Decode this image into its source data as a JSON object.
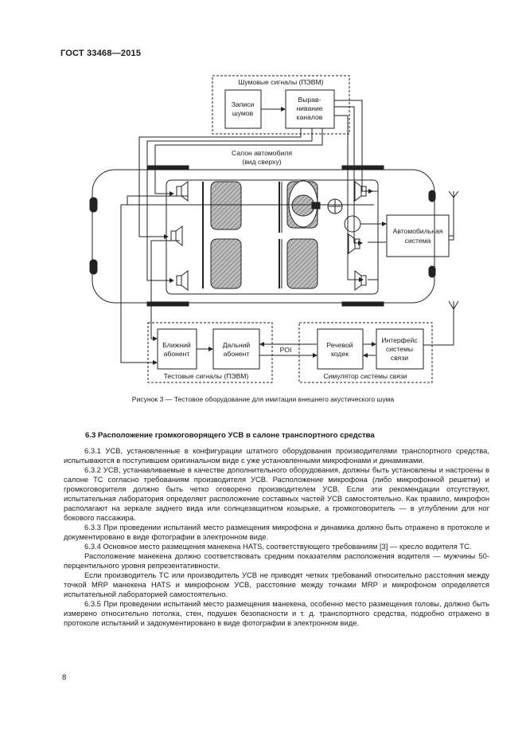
{
  "header": {
    "doc_id": "ГОСТ 33468—2015"
  },
  "diagram": {
    "noise_group": "Шумовые сигналы (ПЭВМ)",
    "noise_rec_1": "Записи",
    "noise_rec_2": "шумов",
    "equalizer_1": "Вырав-",
    "equalizer_2": "нивание",
    "equalizer_3": "каналов",
    "cabin_1": "Салон автомобиля",
    "cabin_2": "(вид сверху)",
    "auto_system_1": "Автомобильная",
    "auto_system_2": "система",
    "near_1": "Ближний",
    "near_2": "абонент",
    "far_1": "Дальний",
    "far_2": "абонент",
    "poi": "POI",
    "codec_1": "Речевой",
    "codec_2": "кодек",
    "interface_1": "Интерфейс",
    "interface_2": "системы",
    "interface_3": "связи",
    "test_group": "Тестовые сигналы (ПЭВМ)",
    "sim_group": "Симулятор системы связи"
  },
  "caption": "Рисунок 3 — Тестовое оборудование для имитации внешнего акустического шума",
  "section_title": "6.3 Расположение громкоговорящего УСВ в салоне транспортного средства",
  "paragraphs": [
    "6.3.1 УСВ, установленные в конфигурации штатного оборудования производителями транспортного средства, испытываются в поступившем оригинальном виде с уже установленными микрофонами и динамиками.",
    "6.3.2 УСВ, устанавливаемые в качестве дополнительного оборудования, должны быть установлены и настроены в салоне ТС согласно требованиям производителя УСВ. Расположение микрофона (либо микрофонной решетки) и громкоговорителя должно быть четко оговорено производителем УСВ. Если эти рекомендации отсутствуют, испытательная лаборатория определяет расположение составных частей УСВ самостоятельно. Как правило, микрофон располагают на зеркале заднего вида или солнцезащитном козырьке, а громкоговоритель — в углублении для ног бокового пассажира.",
    "6.3.3 При проведении испытаний место размещения микрофона и динамика должно быть отражено в протоколе и документировано в виде фотографии в электронном виде.",
    "6.3.4 Основное место размещения манекена HATS, соответствующего требованиям [3] — кресло водителя ТС.",
    "Расположение манекена должно соответствовать средним показателям расположения водителя — мужчины 50-перцентильного уровня репрезентативности.",
    "Если производитель ТС или производитель УСВ не приводят четких требований относительно расстояния между точкой MRP манекена HATS и микрофоном УСВ, расстояние между точками MRP и микрофоном определяется испытательной лабораторией самостоятельно.",
    "6.3.5 При проведении испытаний место размещения манекена, особенно место размещения головы, должно быть измерено относительно потолка, стен, подушек безопасности и т. д. транспортного средства, подробно отражено в протоколе испытаний и задокументировано в виде фотографии в электронном виде."
  ],
  "page_number": "8"
}
